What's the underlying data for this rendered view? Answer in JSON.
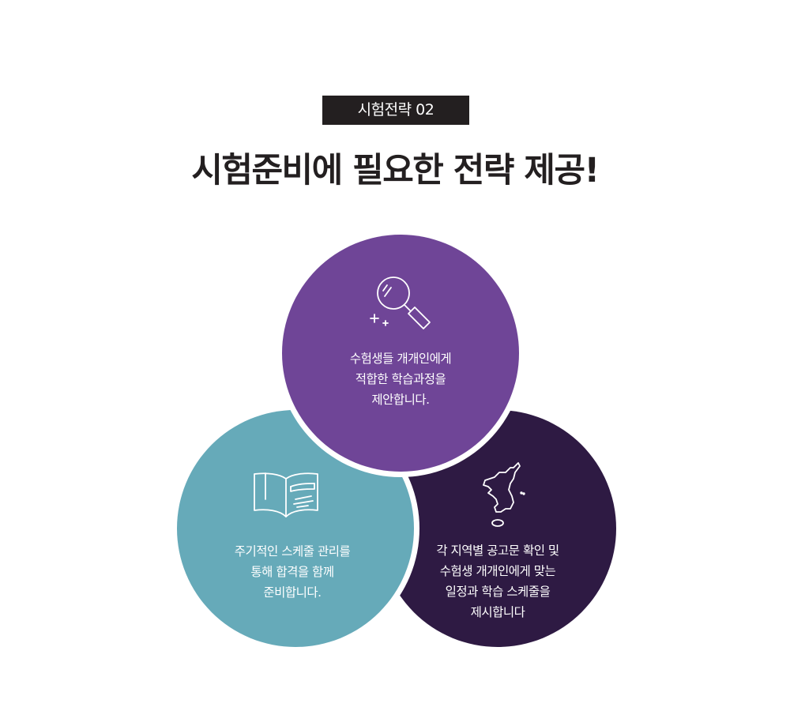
{
  "header": {
    "badge": "시험전략 02",
    "title": "시험준비에 필요한 전략 제공!"
  },
  "colors": {
    "badge_bg": "#231f20",
    "circle_top": "#6f4597",
    "circle_left": "#66aab9",
    "circle_right": "#2e1a43",
    "text": "#ffffff"
  },
  "circles": [
    {
      "id": "top",
      "icon": "magnifier-icon",
      "lines": [
        "수험생들 개개인에게",
        "적합한 학습과정을",
        "제안합니다."
      ]
    },
    {
      "id": "left",
      "icon": "open-book-icon",
      "lines": [
        "주기적인 스케줄 관리를",
        "통해 합격을 함께",
        "준비합니다."
      ]
    },
    {
      "id": "right",
      "icon": "korea-map-icon",
      "lines": [
        "각 지역별 공고문 확인 및",
        "수험생 개개인에게 맞는",
        "일정과 학습 스케줄을",
        "제시합니다"
      ]
    }
  ]
}
